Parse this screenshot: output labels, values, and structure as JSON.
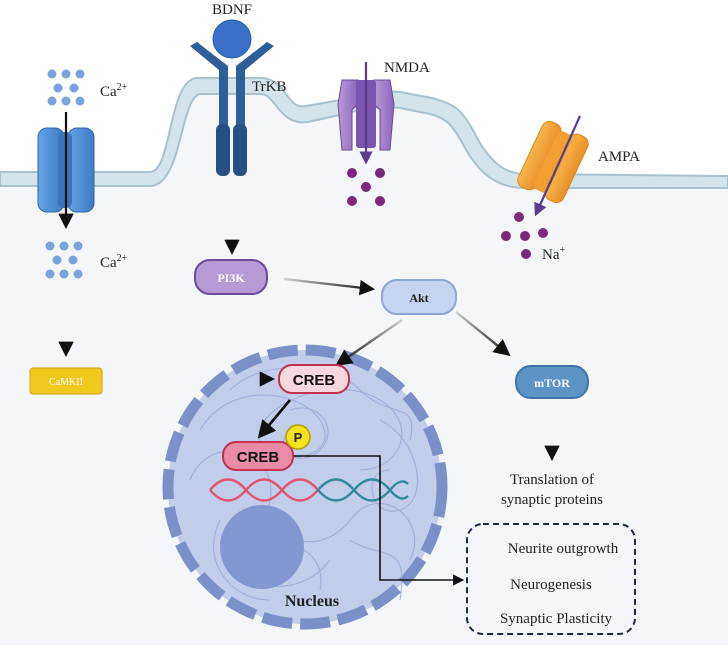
{
  "labels": {
    "bdnf": "BDNF",
    "trkb": "TrKB",
    "nmda": "NMDA",
    "ampa": "AMPA",
    "ca_top": "Ca",
    "ca_top_sup": "2+",
    "ca_bottom": "Ca",
    "ca_bottom_sup": "2+",
    "na": "Na",
    "na_sup": "+",
    "nucleus": "Nucleus",
    "p": "P"
  },
  "nodes": {
    "pi3k": "PI3K",
    "akt": "Akt",
    "camkii": "CaMKII",
    "creb_upper": "CREB",
    "creb_lower": "CREB",
    "mtor": "mTOR"
  },
  "translation": {
    "line1": "Translation of",
    "line2": "synaptic proteins"
  },
  "outcomes": [
    "Neurite outgrowth",
    "Neurogenesis",
    "Synaptic Plasticity"
  ],
  "colors": {
    "membrane_fill": "#d5e3ea",
    "membrane_stroke": "#a9c2cf",
    "cytoplasm": "#f4f6f9",
    "ca_channel": "#4f8fd6",
    "trkb": "#2f5f9a",
    "bdnf": "#3a70c7",
    "nmda": "#9b78c6",
    "ampa": "#f2a93b",
    "ion_blue": "#7aa3dd",
    "ion_purple": "#7b2a7b",
    "pi3k": "#b69ad6",
    "akt": "#c6d3ee",
    "camkii": "#f0c81e",
    "creb_upper": "#f8d8de",
    "creb_lower": "#e98aa6",
    "mtor": "#5b93c7",
    "nucleus_fill": "#c2cde9",
    "nucleus_rim": "#7b90c9",
    "nucleolus": "#8497d2",
    "dna_red": "#e0556e",
    "dna_teal": "#2f8a9a",
    "p_badge": "#f4e21a"
  }
}
